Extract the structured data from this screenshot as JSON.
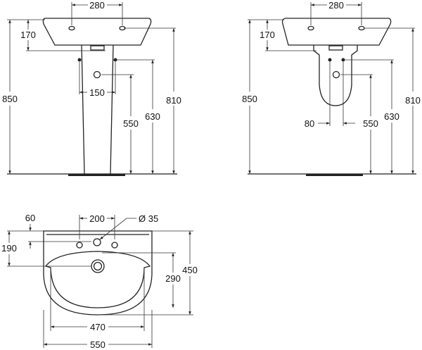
{
  "front_view": {
    "dims": {
      "holes_spacing": "280",
      "basin_depth": "170",
      "total_height": "850",
      "tap_height": "810",
      "supply_height": "630",
      "waste_height": "550",
      "supply_spacing": "150"
    }
  },
  "side_view": {
    "dims": {
      "holes_spacing": "280",
      "basin_depth": "170",
      "total_height": "850",
      "tap_height": "810",
      "supply_height": "630",
      "waste_height": "550",
      "supply_spacing": "80"
    }
  },
  "plan_view": {
    "dims": {
      "hole_offset": "60",
      "waste_offset": "190",
      "hole_spacing": "200",
      "hole_diameter": "Ø 35",
      "bowl_depth": "290",
      "total_depth": "450",
      "bowl_width": "470",
      "total_width": "550"
    }
  }
}
